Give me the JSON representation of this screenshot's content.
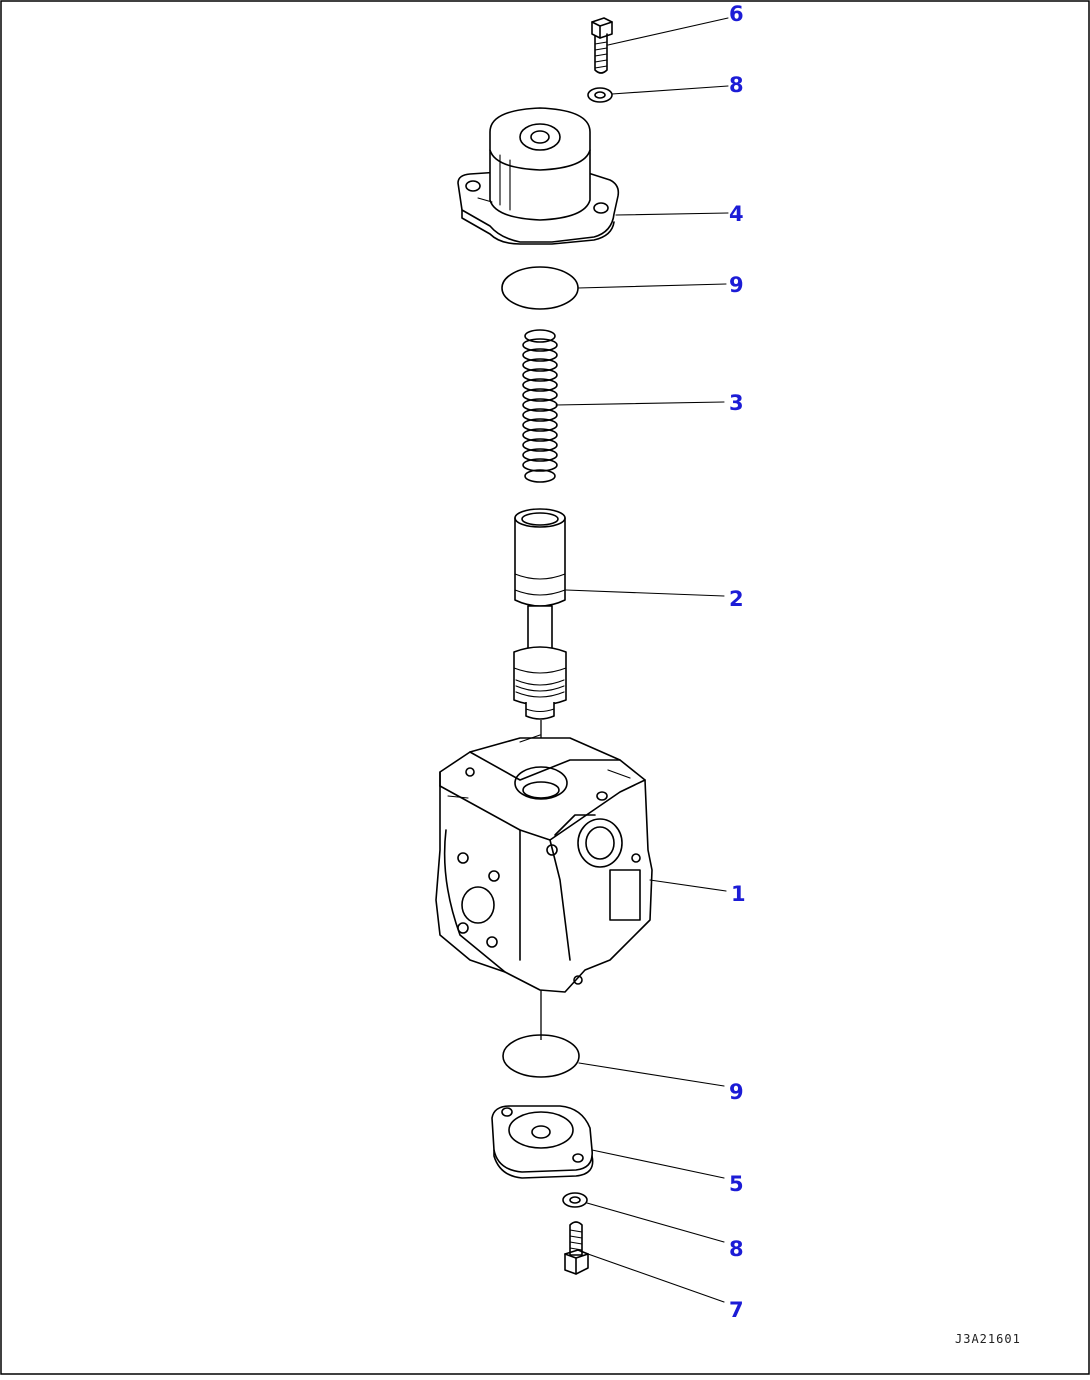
{
  "figure_code": "J3A21601",
  "callouts": [
    {
      "part": "6"
    },
    {
      "part": "8"
    },
    {
      "part": "4"
    },
    {
      "part": "9"
    },
    {
      "part": "3"
    },
    {
      "part": "2"
    },
    {
      "part": "1"
    },
    {
      "part": "9"
    },
    {
      "part": "5"
    },
    {
      "part": "8"
    },
    {
      "part": "7"
    }
  ],
  "colors": {
    "callout_text": "#1c1cd6",
    "line_art": "#000000",
    "background": "#ffffff"
  }
}
